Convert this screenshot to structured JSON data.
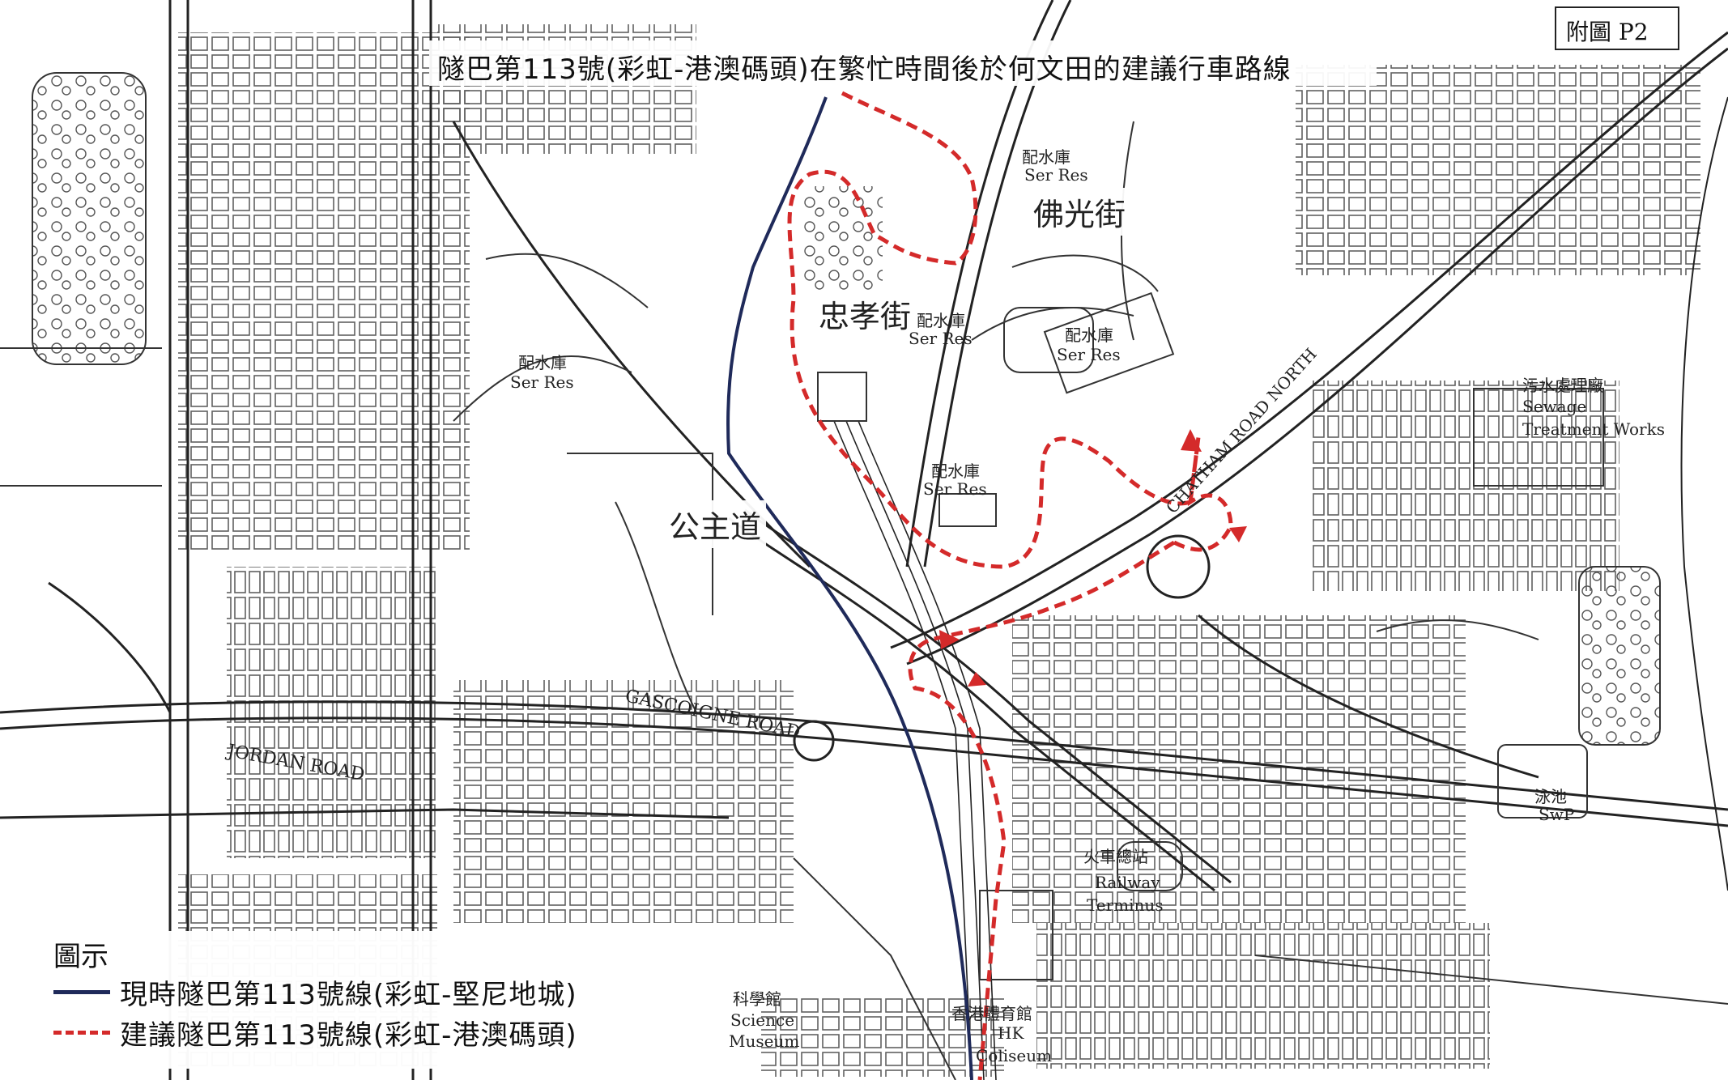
{
  "title": "隧巴第113號(彩虹-港澳碼頭)在繁忙時間後於何文田的建議行車路線",
  "figure_label": "附圖  P2",
  "legend": {
    "heading": "圖示",
    "items": [
      {
        "label": "現時隧巴第113號線(彩虹-堅尼地城)",
        "color": "#1f2a5a",
        "style": "solid"
      },
      {
        "label": "建議隧巴第113號線(彩虹-港澳碼頭)",
        "color": "#d42a2a",
        "style": "dashed"
      }
    ]
  },
  "streets": {
    "fat_kwong": "佛光街",
    "chung_hau": "忠孝街",
    "princess_margaret": "公主道"
  },
  "roads": {
    "gascoigne": "GASCOIGNE ROAD",
    "jordan": "JORDAN ROAD",
    "chatham": "CHATHAM ROAD NORTH"
  },
  "places": {
    "ser_res_1_cn": "配水庫",
    "ser_res_1_en": "Ser Res",
    "ser_res_2_cn": "配水庫",
    "ser_res_2_en": "Ser Res",
    "ser_res_3_cn": "配水庫",
    "ser_res_3_en": "Ser Res",
    "ser_res_4_cn": "配水庫",
    "ser_res_4_en": "Ser Res",
    "ser_res_5_cn": "配水庫",
    "ser_res_5_en": "Ser Res",
    "sewage_cn": "污水處理廠",
    "sewage_en_1": "Sewage",
    "sewage_en_2": "Treatment Works",
    "railway_cn": "火車總站",
    "railway_en_1": "Railway",
    "railway_en_2": "Terminus",
    "science_cn": "科學館",
    "science_en_1": "Science",
    "science_en_2": "Museum",
    "coliseum_cn": "香港體育館",
    "coliseum_en_1": "HK",
    "coliseum_en_2": "Coliseum",
    "pool_cn": "泳池",
    "pool_en": "SwP"
  }
}
